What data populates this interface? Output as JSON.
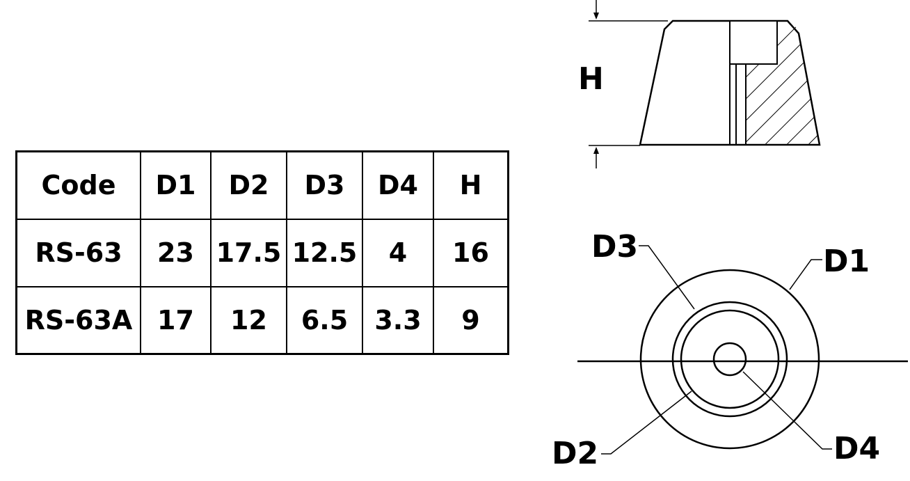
{
  "table": {
    "headers": [
      "Code",
      "D1",
      "D2",
      "D3",
      "D4",
      "H"
    ],
    "rows": [
      [
        "RS-63",
        "23",
        "17.5",
        "12.5",
        "4",
        "16"
      ],
      [
        "RS-63A",
        "17",
        "12",
        "6.5",
        "3.3",
        "9"
      ]
    ]
  },
  "drawing": {
    "side_view": {
      "height_label": "H"
    },
    "top_view": {
      "d1_label": "D1",
      "d2_label": "D2",
      "d3_label": "D3",
      "d4_label": "D4"
    }
  }
}
